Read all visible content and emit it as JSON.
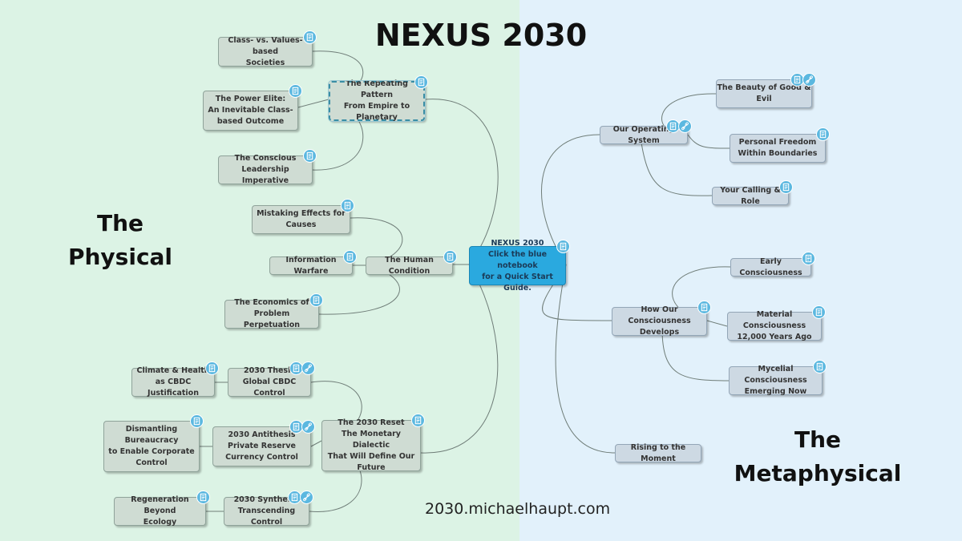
{
  "title": "NEXUS 2030",
  "left_label": "The\nPhysical",
  "right_label": "The\nMetaphysical",
  "footer": "2030.michaelhaupt.com",
  "icons": {
    "note": "notebook-icon",
    "link": "link-icon"
  },
  "colors": {
    "left_bg": "#dcf3e5",
    "right_bg": "#e2f1fb",
    "center": "#2aa9df",
    "badge": "#5bb8e0",
    "line": "#6f7d78"
  },
  "nodes": {
    "center": "NEXUS 2030\nClick the blue notebook\nfor a Quick Start Guide.",
    "pattern": "The Repeating Pattern\nFrom Empire to\nPlanetary",
    "class_values": "Class- vs. Values-based\nSocieties",
    "power_elite": "The Power Elite:\nAn Inevitable Class-\nbased Outcome",
    "conscious_leadership": "The Conscious\nLeadership Imperative",
    "human_condition": "The Human Condition",
    "mistaking": "Mistaking Effects for\nCauses",
    "info_warfare": "Information Warfare",
    "economics": "The Economics of\nProblem Perpetuation",
    "reset": "The 2030 Reset\nThe Monetary Dialectic\nThat Will Define Our\nFuture",
    "thesis": "2030 Thesis\nGlobal CBDC Control",
    "climate": "Climate & Health\nas CBDC Justification",
    "antithesis": "2030 Antithesis\nPrivate Reserve\nCurrency Control",
    "dismantling": "Dismantling\nBureaucracy\nto Enable Corporate\nControl",
    "synthesis": "2030 Synthesis\nTranscending Control",
    "regeneration": "Regeneration Beyond\nEcology",
    "operating_system": "Our Operating System",
    "beauty": "The Beauty of Good &\nEvil",
    "freedom": "Personal Freedom\nWithin Boundaries",
    "calling": "Your Calling & Role",
    "consciousness": "How Our Consciousness\nDevelops",
    "early": "Early Consciousness",
    "material": "Material Consciousness\n12,000 Years Ago",
    "mycelial": "Mycelial Consciousness\nEmerging Now",
    "rising": "Rising to the Moment"
  }
}
